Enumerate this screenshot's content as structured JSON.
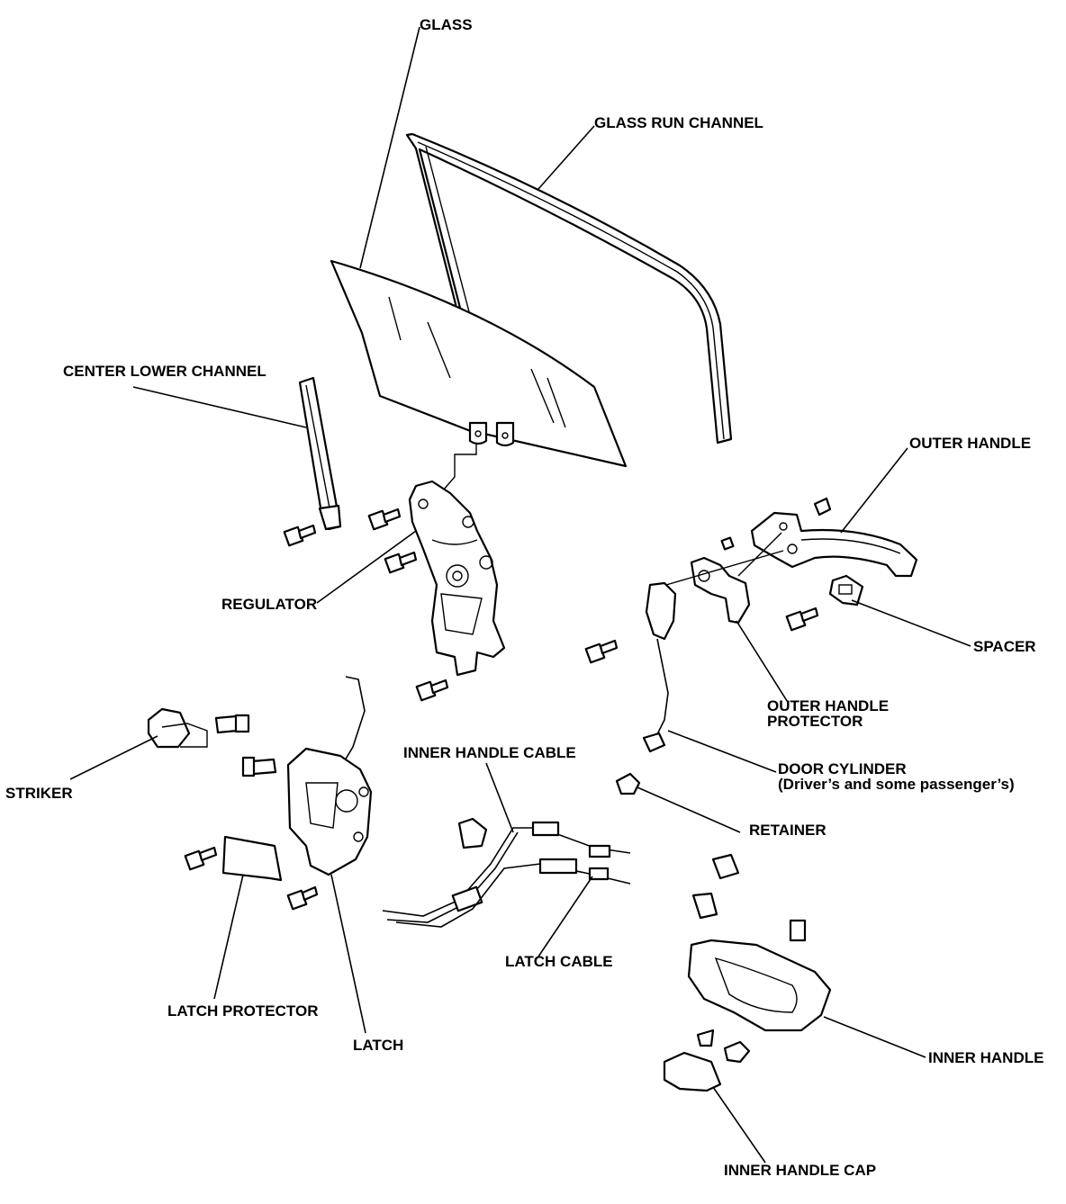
{
  "labels": {
    "glass": "GLASS",
    "glass_run_channel": "GLASS RUN CHANNEL",
    "center_lower_channel": "CENTER LOWER CHANNEL",
    "outer_handle": "OUTER HANDLE",
    "regulator": "REGULATOR",
    "spacer": "SPACER",
    "outer_handle_protector_l1": "OUTER HANDLE",
    "outer_handle_protector_l2": "PROTECTOR",
    "inner_handle_cable": "INNER HANDLE CABLE",
    "striker": "STRIKER",
    "door_cylinder_l1": "DOOR CYLINDER",
    "door_cylinder_l2": "(Driver’s and some passenger’s)",
    "retainer": "RETAINER",
    "latch_cable": "LATCH CABLE",
    "latch_protector": "LATCH PROTECTOR",
    "latch": "LATCH",
    "inner_handle": "INNER HANDLE",
    "inner_handle_cap": "INNER HANDLE CAP"
  }
}
